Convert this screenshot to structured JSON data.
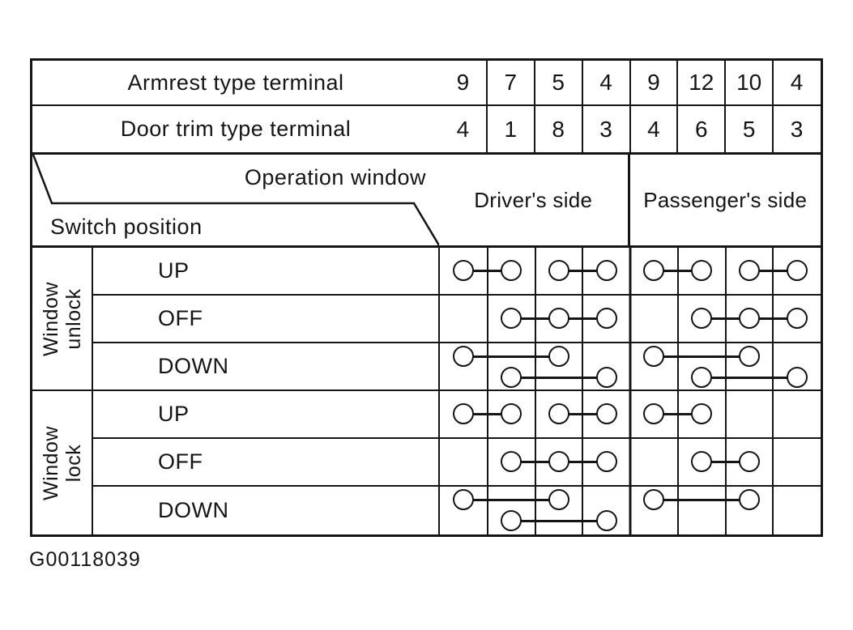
{
  "figure_code": "G00118039",
  "colors": {
    "ink": "#151515",
    "background": "#ffffff"
  },
  "header": {
    "armrest_label": "Armrest type terminal",
    "door_trim_label": "Door trim type terminal",
    "operation_label": "Operation window",
    "switch_label": "Switch position",
    "driver_label": "Driver's side",
    "passenger_label": "Passenger's side"
  },
  "terminals": {
    "armrest": [
      "9",
      "7",
      "5",
      "4",
      "9",
      "12",
      "10",
      "4"
    ],
    "door_trim": [
      "4",
      "1",
      "8",
      "3",
      "4",
      "6",
      "5",
      "3"
    ]
  },
  "groups": [
    {
      "label_line1": "Window",
      "label_line2": "unlock"
    },
    {
      "label_line1": "Window",
      "label_line2": "lock"
    }
  ],
  "rows": [
    {
      "group": "Window unlock",
      "position": "UP",
      "connections": [
        {
          "level": "mid",
          "cols": [
            1,
            2
          ]
        },
        {
          "level": "mid",
          "cols": [
            3,
            4
          ]
        },
        {
          "level": "mid",
          "cols": [
            5,
            6
          ]
        },
        {
          "level": "mid",
          "cols": [
            7,
            8
          ]
        }
      ]
    },
    {
      "group": "Window unlock",
      "position": "OFF",
      "connections": [
        {
          "level": "mid",
          "cols": [
            2,
            3,
            4
          ]
        },
        {
          "level": "mid",
          "cols": [
            6,
            7,
            8
          ]
        }
      ]
    },
    {
      "group": "Window unlock",
      "position": "DOWN",
      "connections": [
        {
          "level": "upper",
          "cols": [
            1,
            3
          ]
        },
        {
          "level": "lower",
          "cols": [
            2,
            4
          ]
        },
        {
          "level": "upper",
          "cols": [
            5,
            7
          ]
        },
        {
          "level": "lower",
          "cols": [
            6,
            8
          ]
        }
      ]
    },
    {
      "group": "Window lock",
      "position": "UP",
      "connections": [
        {
          "level": "mid",
          "cols": [
            1,
            2
          ]
        },
        {
          "level": "mid",
          "cols": [
            3,
            4
          ]
        },
        {
          "level": "mid",
          "cols": [
            5,
            6
          ]
        }
      ]
    },
    {
      "group": "Window lock",
      "position": "OFF",
      "connections": [
        {
          "level": "mid",
          "cols": [
            2,
            3,
            4
          ]
        },
        {
          "level": "mid",
          "cols": [
            6,
            7
          ]
        }
      ]
    },
    {
      "group": "Window lock",
      "position": "DOWN",
      "connections": [
        {
          "level": "upper",
          "cols": [
            1,
            3
          ]
        },
        {
          "level": "lower",
          "cols": [
            2,
            4
          ]
        },
        {
          "level": "upper",
          "cols": [
            5,
            7
          ]
        }
      ]
    }
  ]
}
